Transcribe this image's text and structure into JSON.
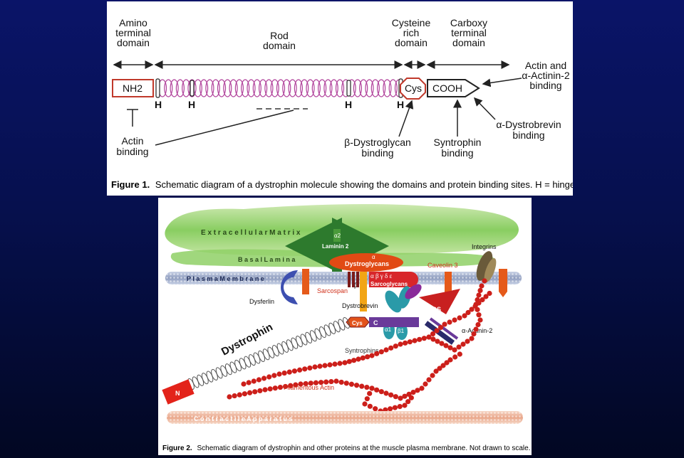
{
  "figure1": {
    "domains": {
      "amino": [
        "Amino",
        "terminal",
        "domain"
      ],
      "rod": [
        "Rod",
        "domain"
      ],
      "cysteine": [
        "Cysteine",
        "rich",
        "domain"
      ],
      "carboxy": [
        "Carboxy",
        "terminal",
        "domain"
      ]
    },
    "boxes": {
      "nh2": "NH2",
      "cys": "Cys",
      "cooh": "COOH"
    },
    "hinge_label": "H",
    "binding": {
      "actin": [
        "Actin",
        "binding"
      ],
      "dystroglycan": [
        "β-Dystroglycan",
        "binding"
      ],
      "syntrophin": [
        "Syntrophin",
        "binding"
      ],
      "dystrobrevin": [
        "α-Dystrobrevin",
        "binding"
      ],
      "actinin": [
        "Actin and",
        "α-Actinin-2",
        "binding"
      ]
    },
    "caption_label": "Figure 1.",
    "caption_text": "Schematic diagram of a dystrophin molecule showing the domains and protein binding sites. H = hinge."
  },
  "figure2": {
    "labels": {
      "extracellular_matrix": "E x t r a c e l l u l a r   M a t r i x",
      "basal_lamina": "B a s a l   L a m i n a",
      "plasma_membrane": "P l a s m a   M e m b r a n e",
      "contractile": "C o n t r a c t i l e   A p p a r a t u s",
      "alpha2": "α2",
      "laminin2": "Laminin 2",
      "integrins": "Integrins",
      "alpha": "α",
      "dystroglycans": "Dystroglycans",
      "caveolin": "Caveolin 3",
      "beta": "β",
      "sarcoglycan_greek": "α  β  γ  δ  ε",
      "sarcoglycans": "Sarcoglycans",
      "sarcospan": "Sarcospan",
      "dysferlin": "Dysferlin",
      "dystrobrevin": "Dystrobrevin",
      "nnos": "nNOS",
      "cys": "Cys",
      "c": "C",
      "alpha1": "α1",
      "beta1": "β1",
      "actinin2": "α-Actinin-2",
      "syntrophins": "Syntrophins",
      "dystrophin": "Dystrophin",
      "n": "N",
      "filamentous_actin": "Filamentous Actin"
    },
    "caption_label": "Figure 2.",
    "caption_text": "Schematic diagram of dystrophin and other proteins at the muscle plasma membrane. Not drawn to scale."
  },
  "colors": {
    "background": "#06104e",
    "rod_coil": "#b0409a",
    "nh2_box": "#c0392b",
    "actin_bead": "#cc1f1a",
    "membrane": "#9aa7c6",
    "ecm": "#7cc850",
    "dysferlin": "#3d4fb0"
  }
}
